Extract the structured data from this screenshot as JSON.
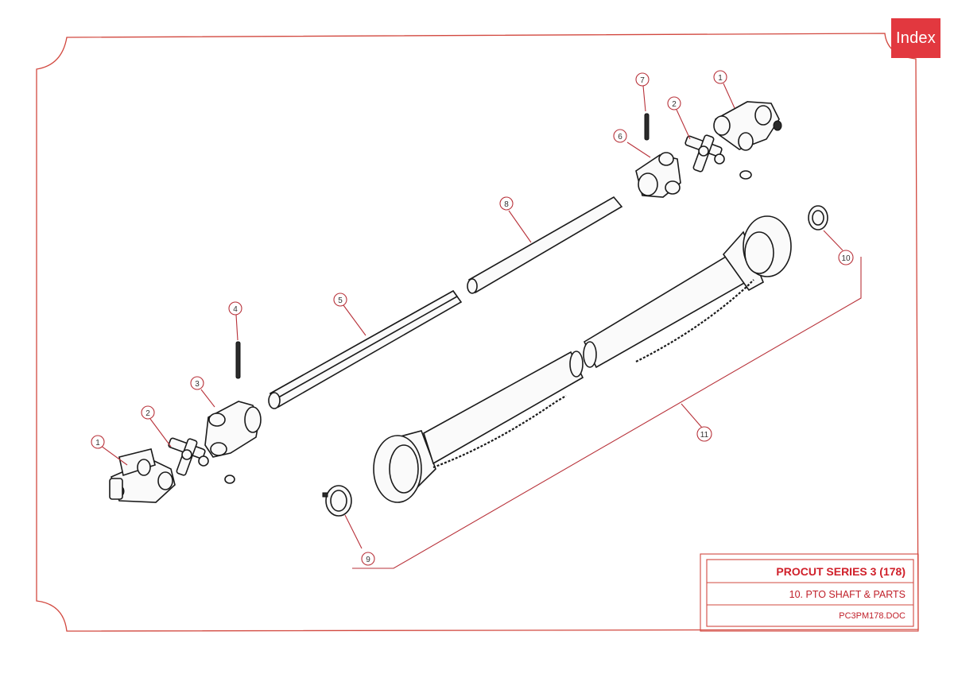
{
  "index_button": {
    "label": "Index"
  },
  "title_block": {
    "title": "PROCUT SERIES 3 (178)",
    "subtitle": "10. PTO SHAFT & PARTS",
    "doc_ref": "PC3PM178.DOC"
  },
  "callouts": {
    "c1a": "1",
    "c1b": "1",
    "c2a": "2",
    "c2b": "2",
    "c3": "3",
    "c4": "4",
    "c5": "5",
    "c6": "6",
    "c7": "7",
    "c8": "8",
    "c9": "9",
    "c10": "10",
    "c11": "11"
  },
  "colors": {
    "frame": "#d2483f",
    "accent": "#e2383f",
    "title_text": "#d0202a",
    "leader": "#b8323a"
  }
}
